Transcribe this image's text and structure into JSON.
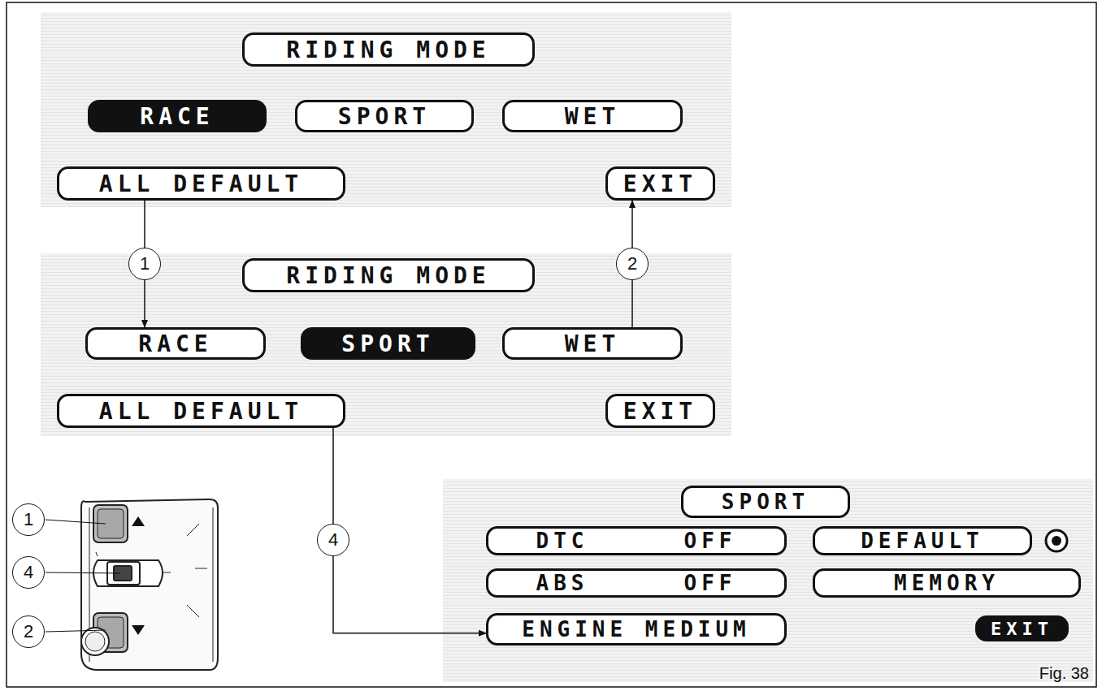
{
  "diagram": {
    "caption": "Fig. 38",
    "nodes": [
      {
        "text": [
          "RIDING MODE"
        ]
      },
      {
        "text": [
          "RACE"
        ]
      },
      {
        "text": [
          "SPORT"
        ]
      },
      {
        "text": [
          "WET"
        ]
      },
      {
        "text": [
          "ALL DEFAULT"
        ]
      },
      {
        "text": [
          "EXIT"
        ]
      },
      {
        "text": [
          "RIDING MODE"
        ]
      },
      {
        "text": [
          "RACE"
        ]
      },
      {
        "text": [
          "SPORT"
        ]
      },
      {
        "text": [
          "WET"
        ]
      },
      {
        "text": [
          "ALL DEFAULT"
        ]
      },
      {
        "text": [
          "EXIT"
        ]
      },
      {
        "text": [
          "SPORT"
        ]
      },
      {
        "text": [
          "DTC",
          "OFF"
        ]
      },
      {
        "text": [
          "DEFAULT"
        ]
      },
      {
        "text": [
          "ABS",
          "OFF"
        ]
      },
      {
        "text": [
          "MEMORY"
        ]
      },
      {
        "text": [
          "ENGINE MEDIUM"
        ]
      },
      {
        "text": [
          "EXIT"
        ]
      }
    ],
    "edges": [
      {
        "from": 4,
        "to": 7,
        "arrow": "to",
        "label": "1"
      },
      {
        "from": 9,
        "to": 5,
        "arrow": "to",
        "label": "2"
      },
      {
        "from": 10,
        "to": 17,
        "arrow": "to",
        "label": "4"
      }
    ],
    "labels": [
      "1",
      "4",
      "2"
    ]
  }
}
